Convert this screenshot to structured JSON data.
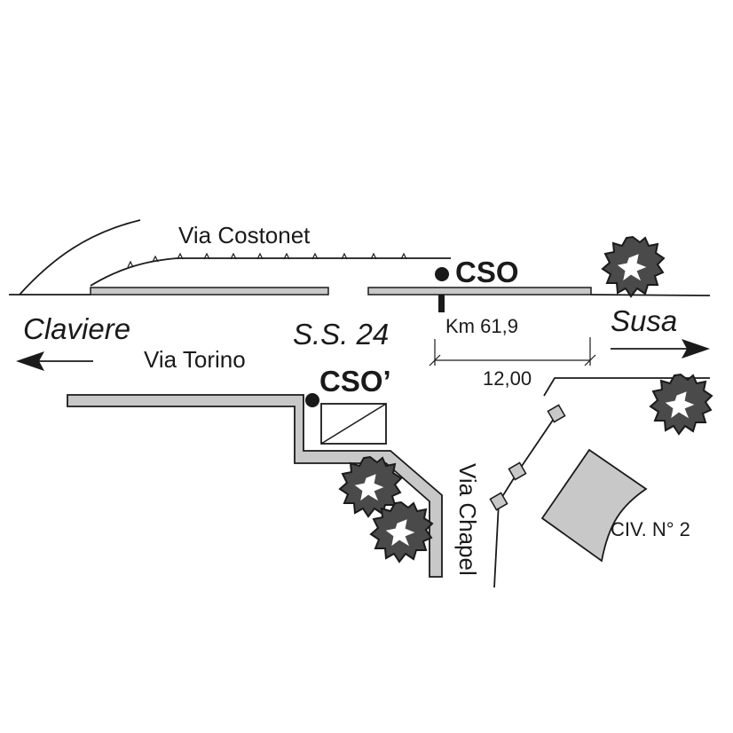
{
  "streets": {
    "via_costonet": "Via Costonet",
    "via_torino": "Via Torino",
    "via_chapel": "Via Chapel",
    "ss24": "S.S. 24"
  },
  "directions": {
    "left": "Claviere",
    "right": "Susa"
  },
  "points": {
    "cso": "CSO",
    "cso_prime": "CSO’"
  },
  "km_marker": "Km 61,9",
  "dimension": "12,00",
  "building_label": "CIV. N° 2",
  "colors": {
    "line": "#1a1a1a",
    "fill_gray": "#c8c8c8",
    "tree_dark": "#4a4a4a"
  },
  "icons": [
    "tree-icon",
    "transformer-box-icon",
    "arrow-left-icon",
    "arrow-right-icon",
    "point-marker-icon"
  ]
}
